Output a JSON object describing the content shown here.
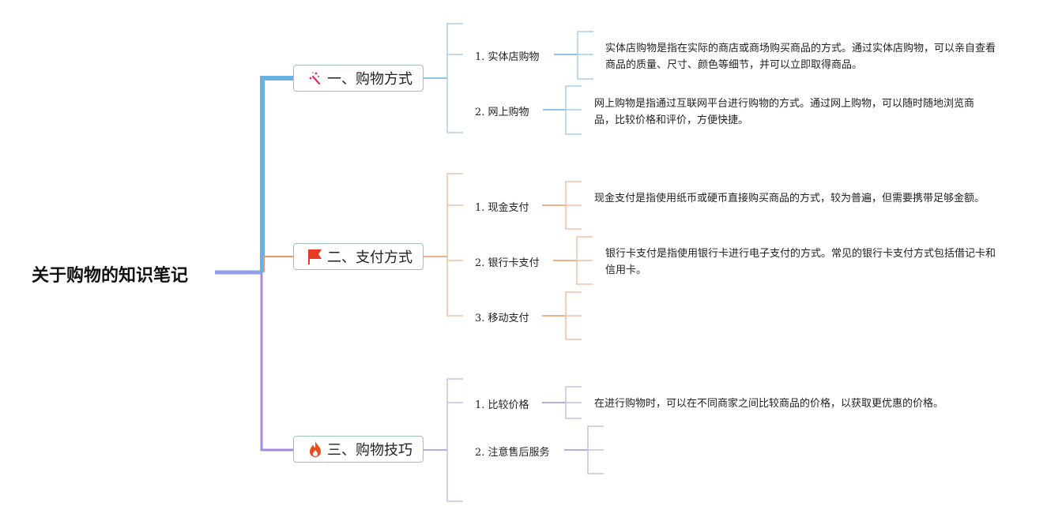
{
  "root": {
    "title": "关于购物的知识笔记"
  },
  "colors": {
    "blue": "#6ab0e0",
    "orange": "#e8956a",
    "purple": "#a58cd8",
    "root_line": "#8fa0e6"
  },
  "topics": [
    {
      "label": "一、购物方式",
      "icon": "magic-wand-icon",
      "children": [
        {
          "label": "1. 实体店购物",
          "note": "实体店购物是指在实际的商店或商场购买商品的方式。通过实体店购物，可以亲自查看商品的质量、尺寸、颜色等细节，并可以立即取得商品。"
        },
        {
          "label": "2. 网上购物",
          "note": "网上购物是指通过互联网平台进行购物的方式。通过网上购物，可以随时随地浏览商品，比较价格和评价，方便快捷。"
        }
      ]
    },
    {
      "label": "二、支付方式",
      "icon": "red-flag-icon",
      "children": [
        {
          "label": "1. 现金支付",
          "note": "现金支付是指使用纸币或硬币直接购买商品的方式，较为普遍，但需要携带足够金额。"
        },
        {
          "label": "2. 银行卡支付",
          "note": "银行卡支付是指使用银行卡进行电子支付的方式。常见的银行卡支付方式包括借记卡和信用卡。"
        },
        {
          "label": "3. 移动支付",
          "note": ""
        }
      ]
    },
    {
      "label": "三、购物技巧",
      "icon": "fire-icon",
      "children": [
        {
          "label": "1. 比较价格",
          "note": "在进行购物时，可以在不同商家之间比较商品的价格，以获取更优惠的价格。"
        },
        {
          "label": "2. 注意售后服务",
          "note": ""
        }
      ]
    }
  ]
}
